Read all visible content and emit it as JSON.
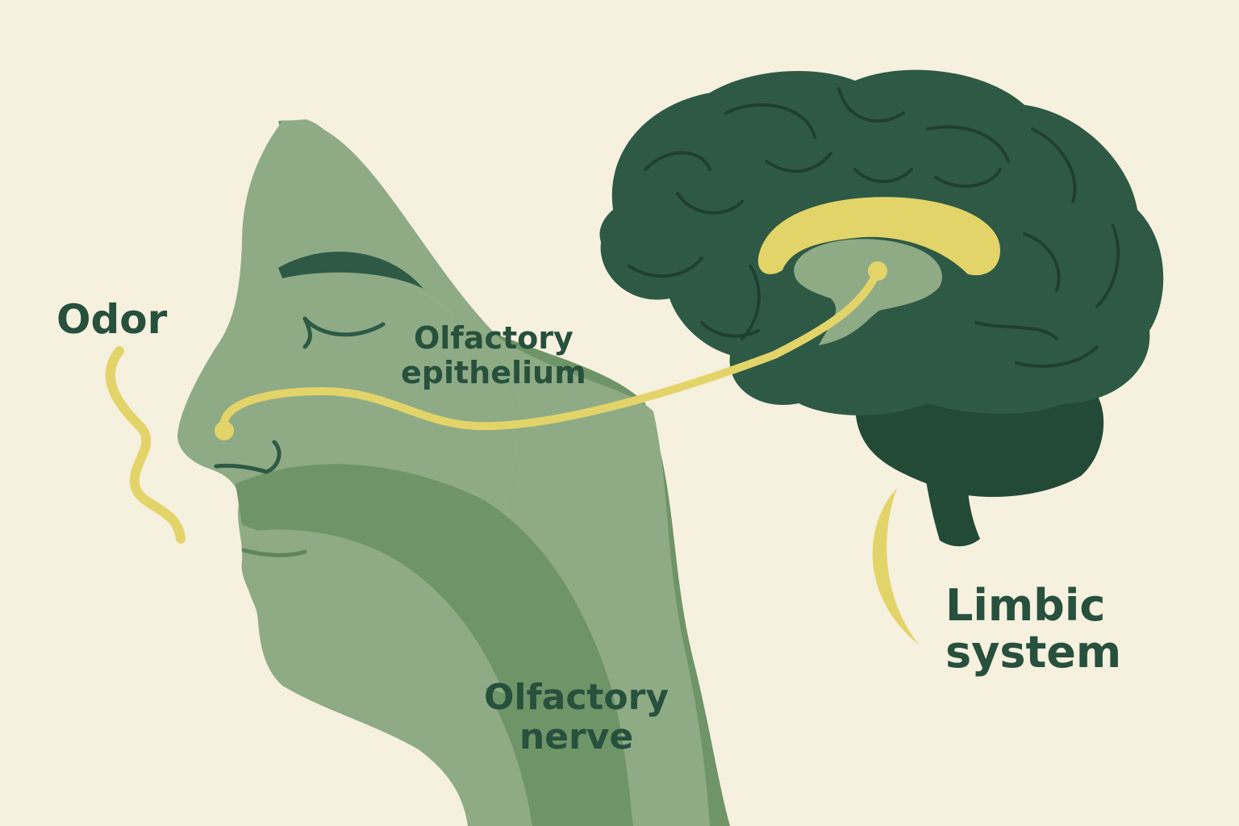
{
  "labels": {
    "odor": "Odor",
    "olfactory_epithelium": [
      "Olfactory",
      "epithelium"
    ],
    "olfactory_nerve": [
      "Olfactory",
      "nerve"
    ],
    "limbic_system": [
      "Limbic",
      "system"
    ]
  },
  "colors": {
    "background": "#f6f0df",
    "head_light": "#8eab85",
    "head_dark": "#6f9468",
    "brain": "#2e5a45",
    "brain_dark": "#234a37",
    "highlight_yellow": "#e3d46a",
    "label_text": "#27503d"
  }
}
